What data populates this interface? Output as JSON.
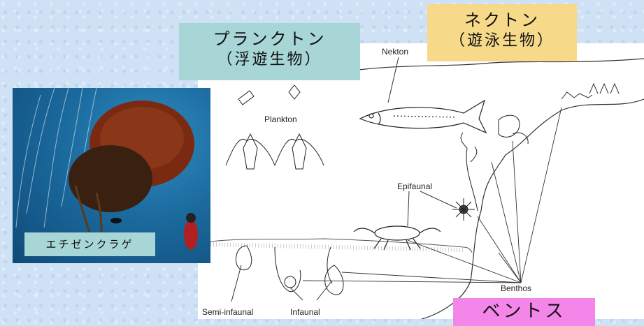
{
  "boxes": {
    "plankton": {
      "title": "プランクトン",
      "subtitle": "（浮遊生物）"
    },
    "nekton": {
      "title": "ネクトン",
      "subtitle": "（遊泳生物）"
    },
    "benthos": {
      "title": "ベントス"
    }
  },
  "photo": {
    "caption": "エチゼンクラゲ"
  },
  "diagram": {
    "labels": {
      "nekton": "Nekton",
      "plankton": "Plankton",
      "epifaunal": "Epifaunal",
      "benthos": "Benthos",
      "semi_infaunal": "Semi-infaunal",
      "infaunal": "Infaunal"
    }
  },
  "colors": {
    "background": "#cfe1f4",
    "plankton_box": "#a8d6d6",
    "nekton_box": "#f7d98a",
    "benthos_box": "#f586e9",
    "caption_box": "#a8d6d6"
  }
}
